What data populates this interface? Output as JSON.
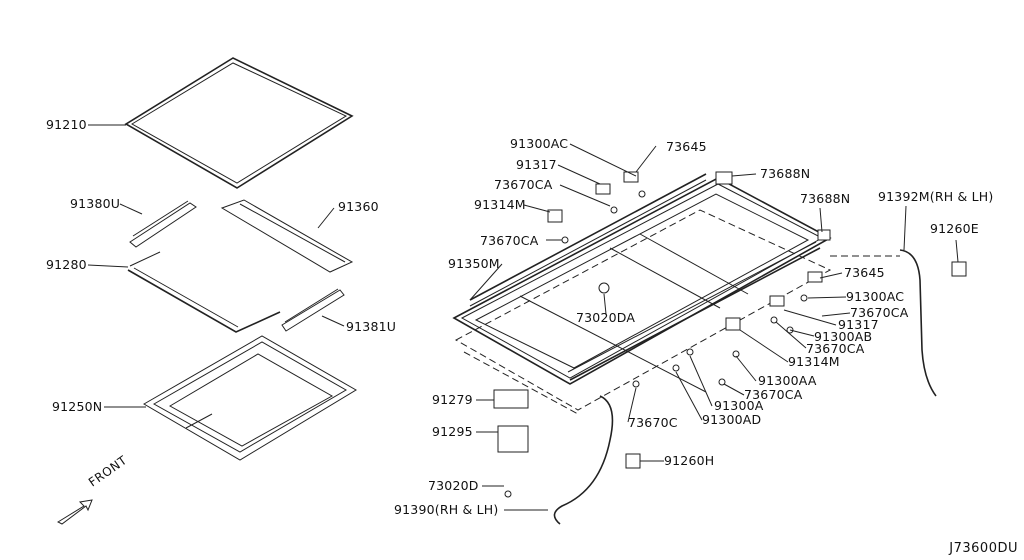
{
  "diagram": {
    "reference_code": "J73600DU",
    "front_label": "FRONT",
    "parts": [
      {
        "id": "91210",
        "label": "91210"
      },
      {
        "id": "91380U",
        "label": "91380U"
      },
      {
        "id": "91360",
        "label": "91360"
      },
      {
        "id": "91280",
        "label": "91280"
      },
      {
        "id": "91381U",
        "label": "91381U"
      },
      {
        "id": "91250N",
        "label": "91250N"
      },
      {
        "id": "91300AC-top",
        "label": "91300AC"
      },
      {
        "id": "73645-top",
        "label": "73645"
      },
      {
        "id": "91317-top",
        "label": "91317"
      },
      {
        "id": "73688N-a",
        "label": "73688N"
      },
      {
        "id": "73670CA-1",
        "label": "73670CA"
      },
      {
        "id": "91314M-top",
        "label": "91314M"
      },
      {
        "id": "73688N-b",
        "label": "73688N"
      },
      {
        "id": "91392M",
        "label": "91392M(RH & LH)"
      },
      {
        "id": "73670CA-2",
        "label": "73670CA"
      },
      {
        "id": "91260E",
        "label": "91260E"
      },
      {
        "id": "91350M",
        "label": "91350M"
      },
      {
        "id": "73645-right",
        "label": "73645"
      },
      {
        "id": "91300AC-right",
        "label": "91300AC"
      },
      {
        "id": "73670CA-3",
        "label": "73670CA"
      },
      {
        "id": "73020DA",
        "label": "73020DA"
      },
      {
        "id": "91317-right",
        "label": "91317"
      },
      {
        "id": "91300AB",
        "label": "91300AB"
      },
      {
        "id": "73670CA-4",
        "label": "73670CA"
      },
      {
        "id": "91314M-right",
        "label": "91314M"
      },
      {
        "id": "91300AA",
        "label": "91300AA"
      },
      {
        "id": "73670CA-5",
        "label": "73670CA"
      },
      {
        "id": "91279",
        "label": "91279"
      },
      {
        "id": "91300A",
        "label": "91300A"
      },
      {
        "id": "73670C",
        "label": "73670C"
      },
      {
        "id": "91300AD",
        "label": "91300AD"
      },
      {
        "id": "91295",
        "label": "91295"
      },
      {
        "id": "91260H",
        "label": "91260H"
      },
      {
        "id": "73020D",
        "label": "73020D"
      },
      {
        "id": "91390",
        "label": "91390(RH & LH)"
      }
    ]
  }
}
